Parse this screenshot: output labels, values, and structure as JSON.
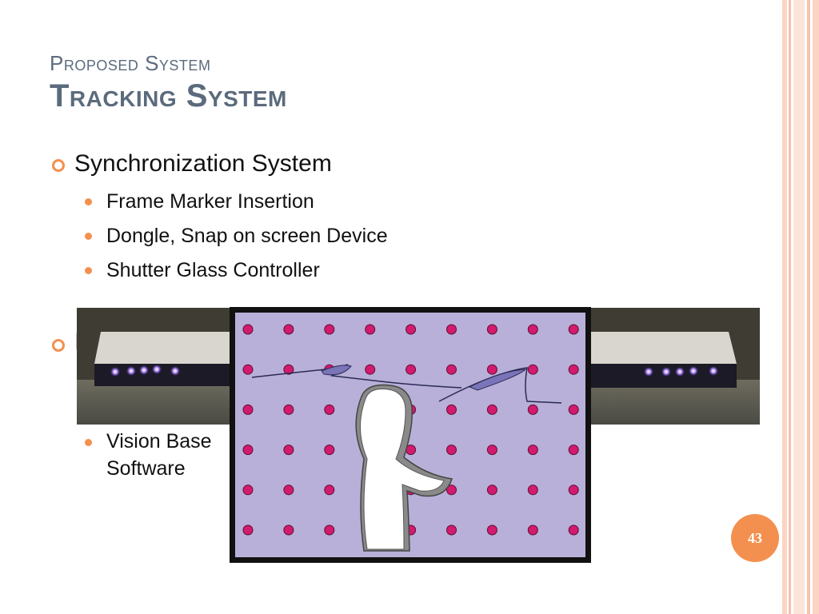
{
  "slide": {
    "title_line1": "Proposed System",
    "title_line2": "Tracking System",
    "bullets": [
      {
        "text": "Synchronization System",
        "sub": [
          "Frame Marker Insertion",
          "Dongle, Snap on screen Device",
          "Shutter Glass Controller"
        ]
      },
      {
        "text": "I",
        "sub": [
          "Vision Base",
          "Software"
        ]
      }
    ],
    "page_number": "43"
  },
  "colors": {
    "title": "#5b6b7d",
    "accent": "#f4904f",
    "stripe_light": "#fde3d8",
    "stripe_mid": "#f8c3ac",
    "grid_bg": "#b8b0d8",
    "grid_dot": "#d21a6e"
  }
}
